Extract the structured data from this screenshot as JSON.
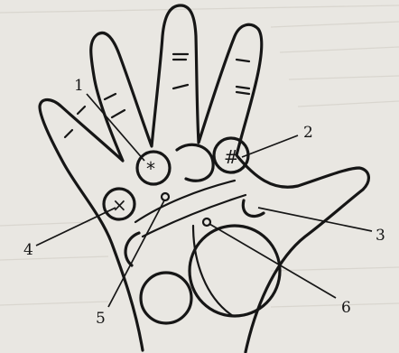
{
  "labels": {
    "one": "1",
    "two": "2",
    "three": "3",
    "four": "4",
    "five": "5",
    "six": "6"
  },
  "symbols": {
    "star": "*",
    "grille": "#",
    "cross": "×"
  },
  "colors": {
    "ink": "#161616",
    "paper": "#e9e7e2"
  }
}
